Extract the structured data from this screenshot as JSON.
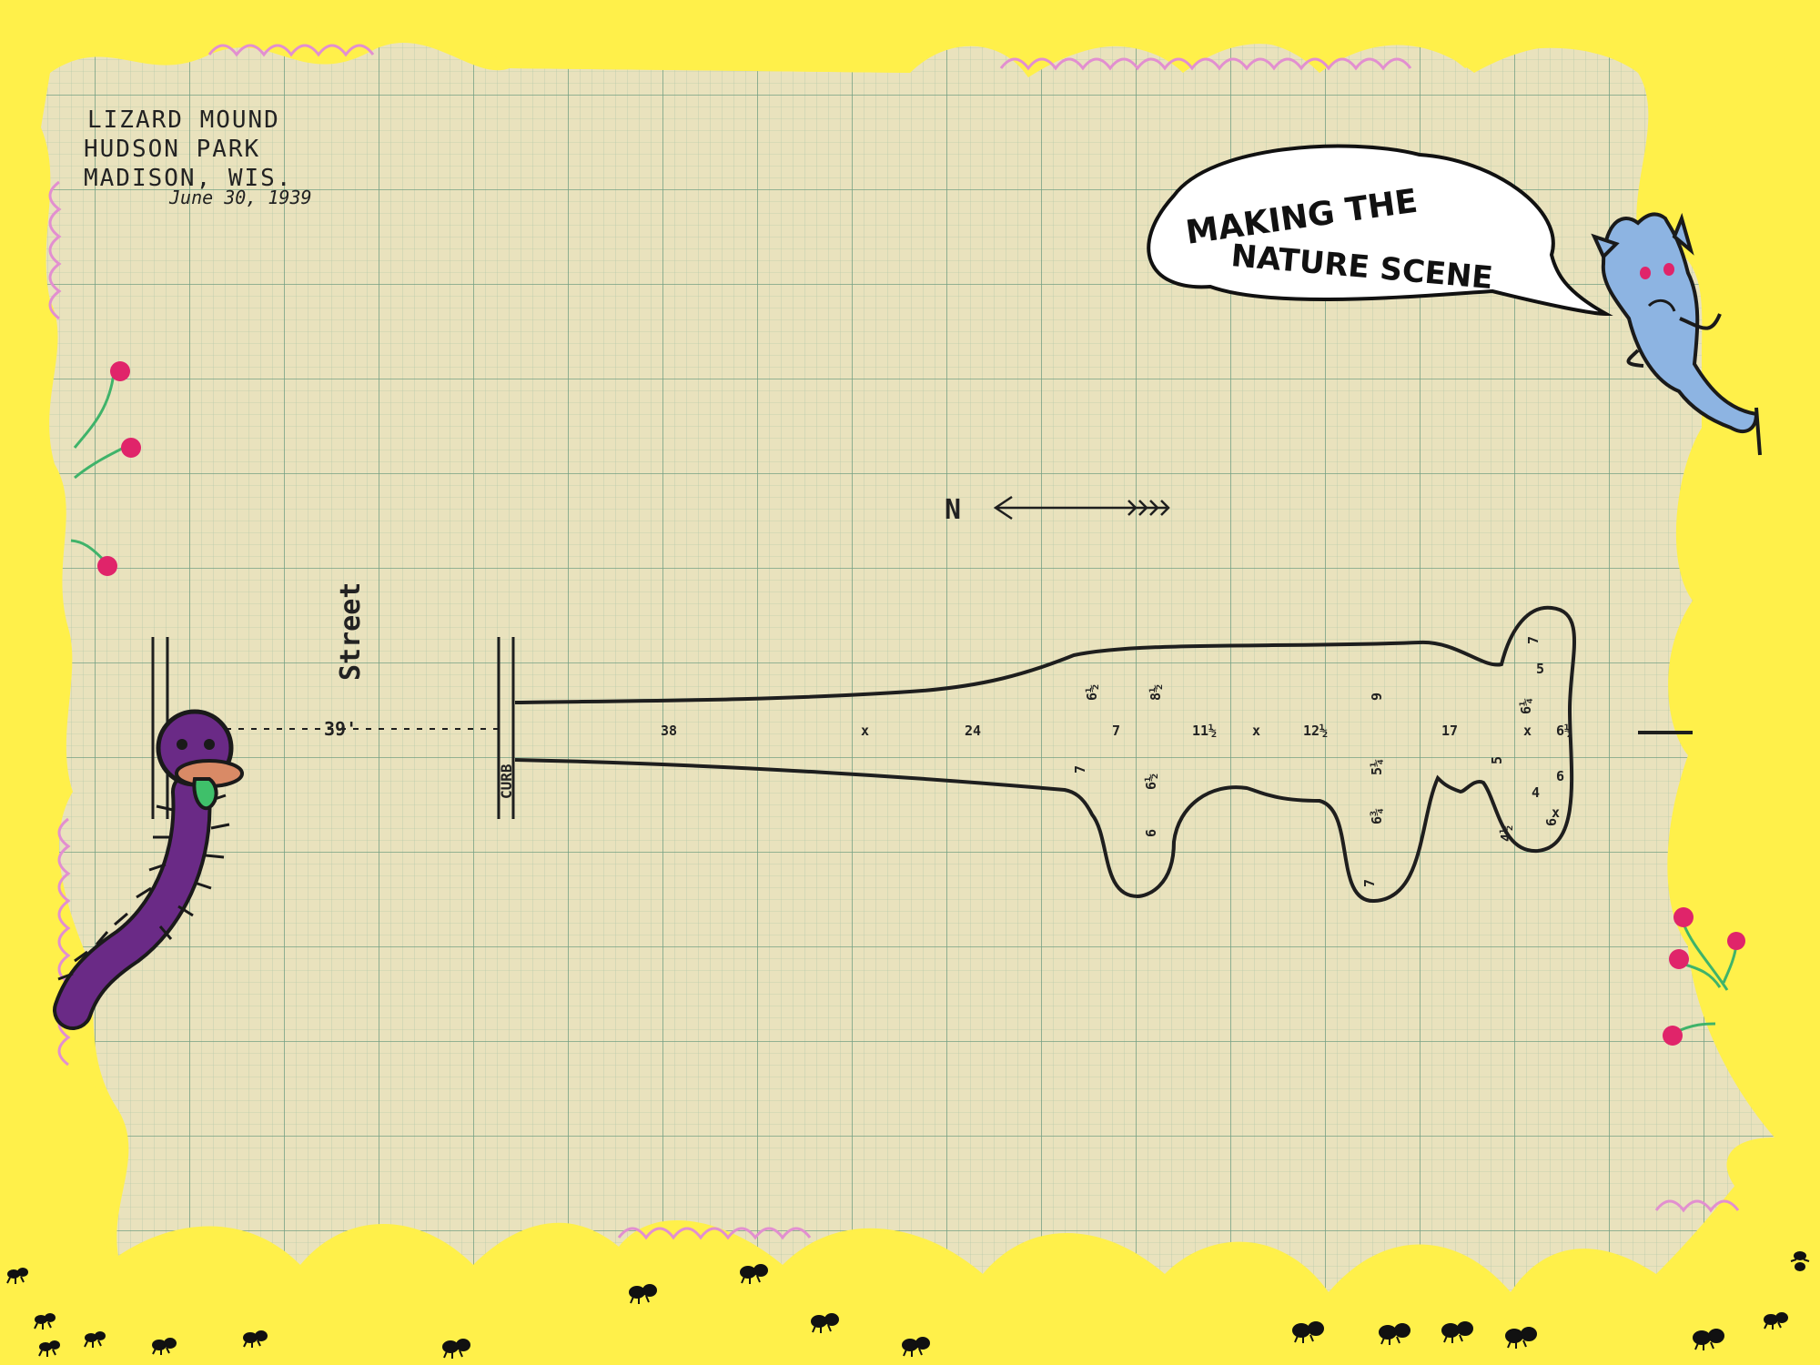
{
  "header": {
    "line1": "LIZARD MOUND",
    "line2": "HUDSON PARK",
    "line3": "MADISON, WIS.",
    "date": "June 30, 1939"
  },
  "speech_bubble": {
    "line1": "MAKING THE",
    "line2": "NATURE SCENE"
  },
  "map": {
    "street_label": "Street",
    "street_distance": "39'",
    "curb_label": "CURB",
    "north_label": "N",
    "measurements": [
      "38",
      "x",
      "24",
      "6½",
      "7",
      "8½",
      "11½",
      "x",
      "12½",
      "9",
      "17",
      "7",
      "5",
      "6¼",
      "6½",
      "x",
      "7",
      "6½",
      "6",
      "6",
      "6¾",
      "5¼",
      "7",
      "4",
      "5",
      "6",
      "x",
      "4½"
    ]
  },
  "colors": {
    "background": "#fff04a",
    "paper": "#e9e2bd",
    "grid": "#7fa88e",
    "ink": "#1e1e1e",
    "scallop": "#e28fd0",
    "worm": "#6a2a86",
    "creature": "#8db4e2",
    "flower": "#e0246a"
  }
}
